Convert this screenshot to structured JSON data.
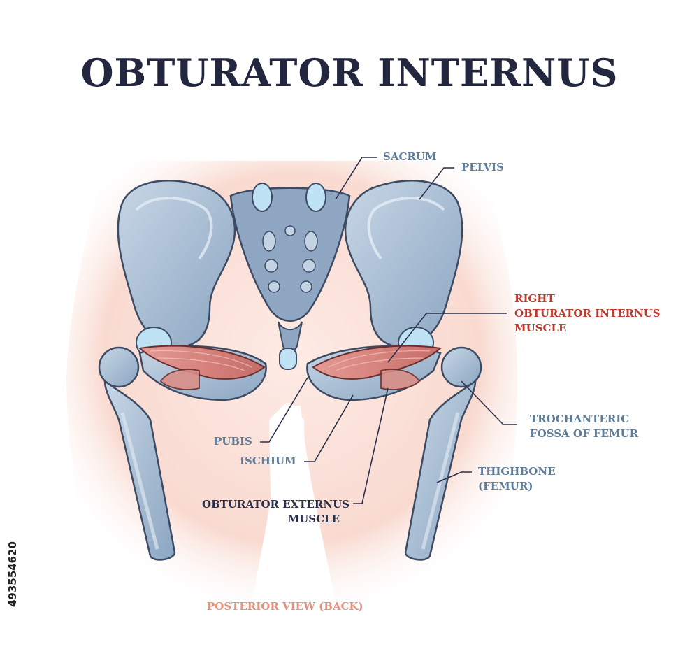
{
  "title": "OBTURATOR INTERNUS",
  "labels": {
    "sacrum": "SACRUM",
    "pelvis": "PELVIS",
    "right_obturator_internus_line1": "RIGHT",
    "right_obturator_internus_line2": "OBTURATOR INTERNUS",
    "right_obturator_internus_line3": "MUSCLE",
    "trochanteric_line1": "TROCHANTERIC",
    "trochanteric_line2": "FOSSA OF FEMUR",
    "thighbone_line1": "THIGHBONE",
    "thighbone_line2": "(FEMUR)",
    "pubis": "PUBIS",
    "ischium": "ISCHIUM",
    "obturator_externus_line1": "OBTURATOR EXTERNUS",
    "obturator_externus_line2": "MUSCLE"
  },
  "caption": "POSTERIOR VIEW (BACK)",
  "watermark_id": "493554620",
  "colors": {
    "title": "#23263f",
    "label_blue": "#5d7d9a",
    "label_dark": "#2a2f4a",
    "label_red": "#c1392b",
    "caption_pink": "#e4907a",
    "bone": "#a9bfd5",
    "bone_dark": "#7e98b4",
    "bone_light": "#dbe6f0",
    "muscle": "#d7837e",
    "cartilage": "#bfe3f5",
    "skin": "#fbe3dc"
  }
}
